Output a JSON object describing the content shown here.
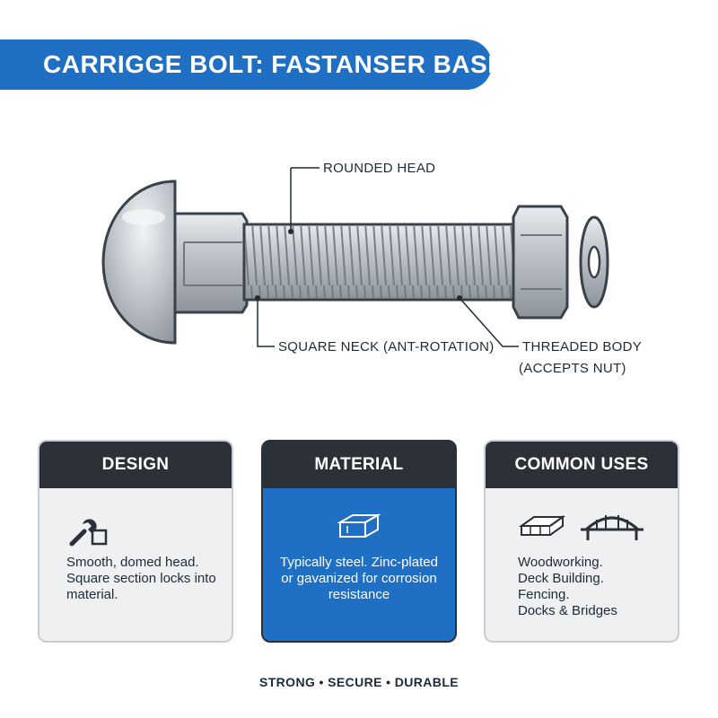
{
  "title": "CARRIGGE BOLT: FASTANSER BASICS",
  "callouts": {
    "head": "ROUNDED HEAD",
    "neck": "SQUARE NECK (ANT-ROTATION)",
    "body_line1": "THREADED BODY",
    "body_line2": "(ACCEPTS NUT)"
  },
  "cards": {
    "design": {
      "heading": "DESIGN",
      "icon": "wrench-icon",
      "text": "Smooth, domed head. Square section locks into material."
    },
    "material": {
      "heading": "MATERIAL",
      "icon": "steel-bar-icon",
      "text": "Typically steel. Zinc-plated or gavanized for corrosion resistance"
    },
    "uses": {
      "heading": "COMMON USES",
      "icons": [
        "lumber-icon",
        "bridge-icon"
      ],
      "items": [
        "Woodworking.",
        "Deck Building.",
        "Fencing.",
        "Docks & Bridges"
      ]
    }
  },
  "tagline": "STRONG • SECURE • DURABLE",
  "colors": {
    "accent_blue": "#1f6fc4",
    "header_dark": "#2b3137",
    "card_bg": "#eef0f2",
    "metal": "#b9bfc6"
  }
}
